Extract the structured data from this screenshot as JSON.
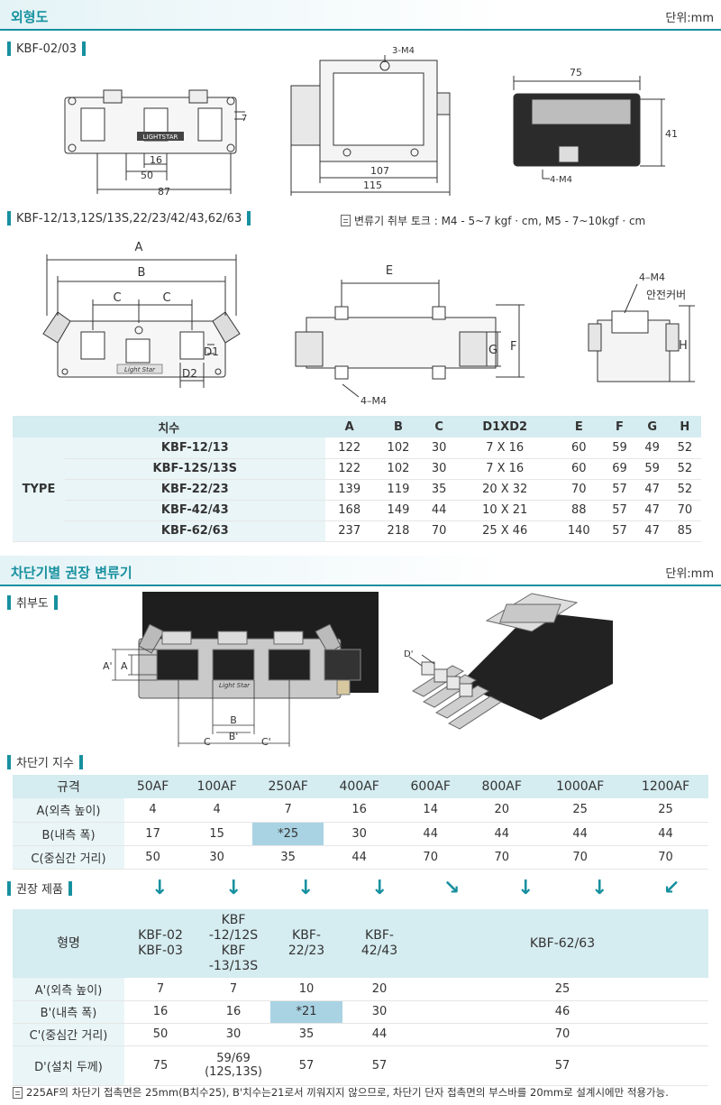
{
  "section1": {
    "title": "외형도",
    "unit": "단위:mm"
  },
  "kbf0203": {
    "label": "KBF-02/03",
    "front": {
      "brand": "LIGHTSTAR",
      "d16": "16",
      "d50": "50",
      "d87": "87",
      "d7": "7"
    },
    "side": {
      "screw": "3-M4",
      "d107": "107",
      "d115": "115"
    },
    "end": {
      "d75": "75",
      "d41": "41",
      "screw": "4-M4"
    }
  },
  "kbf12": {
    "label": "KBF-12/13,12S/13S,22/23/42/43,62/63",
    "torque_note": "변류기 취부 토크 : M4 - 5~7 kgf · cm,  M5 - 7~10kgf · cm",
    "front": {
      "a": "A",
      "b": "B",
      "c1": "C",
      "c2": "C",
      "d1": "D1",
      "d2": "D2",
      "brand": "Light Star"
    },
    "top": {
      "e": "E",
      "g": "G",
      "f": "F",
      "screw": "4–M4"
    },
    "side": {
      "screw": "4–M4",
      "cover": "안전커버",
      "h": "H"
    }
  },
  "dim_table": {
    "headers": [
      "치수",
      "A",
      "B",
      "C",
      "D1XD2",
      "E",
      "F",
      "G",
      "H"
    ],
    "type_label": "TYPE",
    "rows": [
      [
        "KBF-12/13",
        "122",
        "102",
        "30",
        "7 X 16",
        "60",
        "59",
        "49",
        "52"
      ],
      [
        "KBF-12S/13S",
        "122",
        "102",
        "30",
        "7 X 16",
        "60",
        "69",
        "59",
        "52"
      ],
      [
        "KBF-22/23",
        "139",
        "119",
        "35",
        "20 X 32",
        "70",
        "57",
        "47",
        "52"
      ],
      [
        "KBF-42/43",
        "168",
        "149",
        "44",
        "10 X 21",
        "88",
        "57",
        "47",
        "70"
      ],
      [
        "KBF-62/63",
        "237",
        "218",
        "70",
        "25 X 46",
        "140",
        "57",
        "47",
        "85"
      ]
    ]
  },
  "section2": {
    "title": "차단기별 권장 변류기",
    "unit": "단위:mm"
  },
  "install": {
    "label": "취부도",
    "a": "A",
    "a_prime": "A'",
    "b": "B",
    "b_prime": "B'",
    "c": "C",
    "c_prime": "C'",
    "d_prime": "D'",
    "brand": "Light Star"
  },
  "breaker": {
    "label": "차단기 지수",
    "headers": [
      "규격",
      "50AF",
      "100AF",
      "250AF",
      "400AF",
      "600AF",
      "800AF",
      "1000AF",
      "1200AF"
    ],
    "rows": [
      [
        "A(외측 높이)",
        "4",
        "4",
        "7",
        "16",
        "14",
        "20",
        "25",
        "25"
      ],
      [
        "B(내측 폭)",
        "17",
        "15",
        "*25",
        "30",
        "44",
        "44",
        "44",
        "44"
      ],
      [
        "C(중심간 거리)",
        "50",
        "30",
        "35",
        "44",
        "70",
        "70",
        "70",
        "70"
      ]
    ]
  },
  "recommend": {
    "label": "권장 제품",
    "arrows": [
      "↓",
      "↓",
      "↓",
      "↓",
      "↘",
      "↓",
      "↓",
      "↙"
    ],
    "model_header": "형명",
    "models": [
      [
        "KBF-02",
        "KBF-03"
      ],
      [
        "KBF",
        "-12/12S",
        "KBF",
        "-13/13S"
      ],
      [
        "KBF-",
        "22/23"
      ],
      [
        "KBF-",
        "42/43"
      ],
      [
        "KBF-62/63"
      ]
    ],
    "rows": [
      [
        "A'(외측 높이)",
        "7",
        "7",
        "10",
        "20",
        "25"
      ],
      [
        "B'(내측 폭)",
        "16",
        "16",
        "*21",
        "30",
        "46"
      ],
      [
        "C'(중심간 거리)",
        "50",
        "30",
        "35",
        "44",
        "70"
      ]
    ],
    "d_row": {
      "label": "D'(설치 두께)",
      "v1": "75",
      "v2_line1": "59/69",
      "v2_line2": "(12S,13S)",
      "v3": "57",
      "v4": "57",
      "v5": "57"
    }
  },
  "footnote": "225AF의 차단기 접촉면은 25mm(B치수25), B'치수는21로서 끼워지지 않으므로, 차단기 단자 접촉면의 부스바를 20mm로 설계시에만 적용가능.",
  "colors": {
    "accent": "#17909f",
    "header_bg": "#d5ecf0",
    "highlight": "#a9d3e3"
  }
}
